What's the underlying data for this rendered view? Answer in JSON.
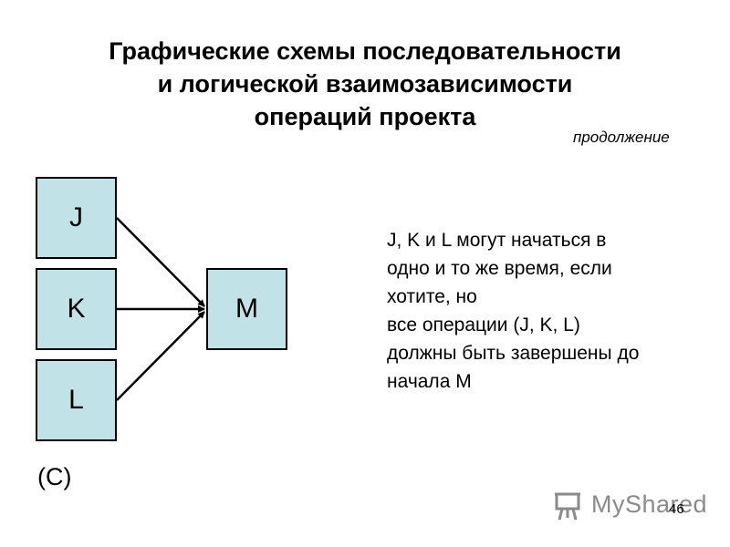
{
  "title": {
    "lines": [
      "Графические схемы последовательности",
      "и логической взаимозависимости",
      "операций проекта"
    ]
  },
  "subtitle": "продолжение",
  "diagram": {
    "nodes": [
      {
        "id": "J",
        "label": "J"
      },
      {
        "id": "K",
        "label": "K"
      },
      {
        "id": "L",
        "label": "L"
      },
      {
        "id": "M",
        "label": "M"
      }
    ],
    "edges": [
      {
        "from": "J",
        "to": "M"
      },
      {
        "from": "K",
        "to": "M"
      },
      {
        "from": "L",
        "to": "M"
      }
    ],
    "colors": {
      "node_fill": "#c1e3e7",
      "stroke": "#000000"
    }
  },
  "description": {
    "lines": [
      "J, K и L могут начаться в",
      "одно и то же время, если",
      "хотите, но",
      "все операции (J, K, L)",
      "должны быть завершены до",
      "начала M"
    ]
  },
  "case_label": "(C)",
  "watermark": {
    "text": "MyShared",
    "icon": "presentation-board-icon"
  },
  "page_number": "46"
}
